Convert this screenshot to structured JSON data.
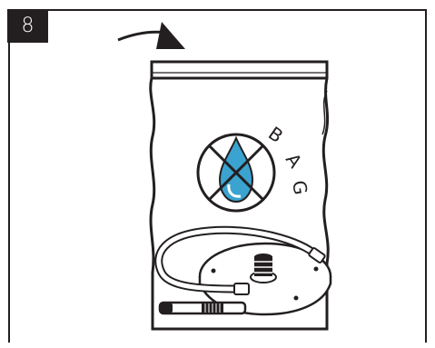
{
  "step": {
    "number": "8"
  },
  "bag": {
    "label_letters": [
      "B",
      "A",
      "G"
    ]
  },
  "colors": {
    "line": "#231f20",
    "water": "#3ba3d0",
    "bag_fill": "#ffffff"
  },
  "icons": {
    "arrow": "curved-arrow-icon",
    "no_water": "no-water-drop-icon"
  }
}
